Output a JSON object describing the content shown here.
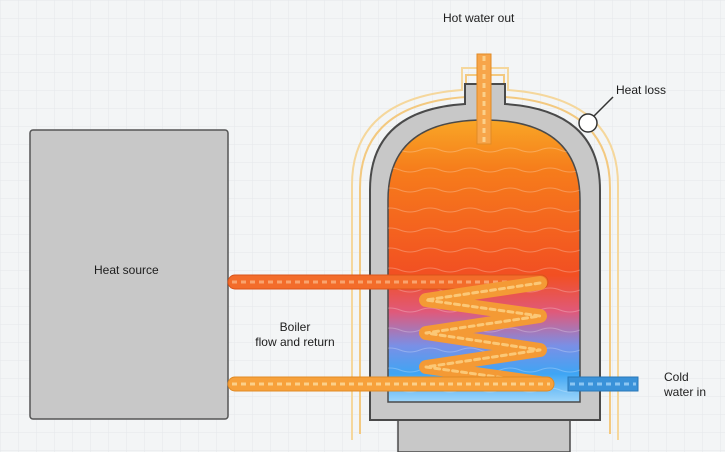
{
  "labels": {
    "hot_water_out": "Hot water out",
    "heat_loss": "Heat loss",
    "heat_source": "Heat source",
    "boiler_line1": "Boiler",
    "boiler_line2": "flow and return",
    "cold_line1": "Cold",
    "cold_line2": "water in"
  },
  "colors": {
    "background": "#f3f5f6",
    "grid": "#e4e8eb",
    "heat_source_fill": "#c8c8c8",
    "heat_source_stroke": "#555555",
    "tank_casing": "#c8c8c8",
    "tank_outline": "#4a4a4a",
    "insulation_halo": "#f3cf8a",
    "water_hot": "#f45a16",
    "water_warm": "#fbb21c",
    "water_cold": "#3ea5f4",
    "pipe_flow": "#f36c2a",
    "pipe_return": "#f8a23a",
    "pipe_cold": "#3a92d9"
  }
}
